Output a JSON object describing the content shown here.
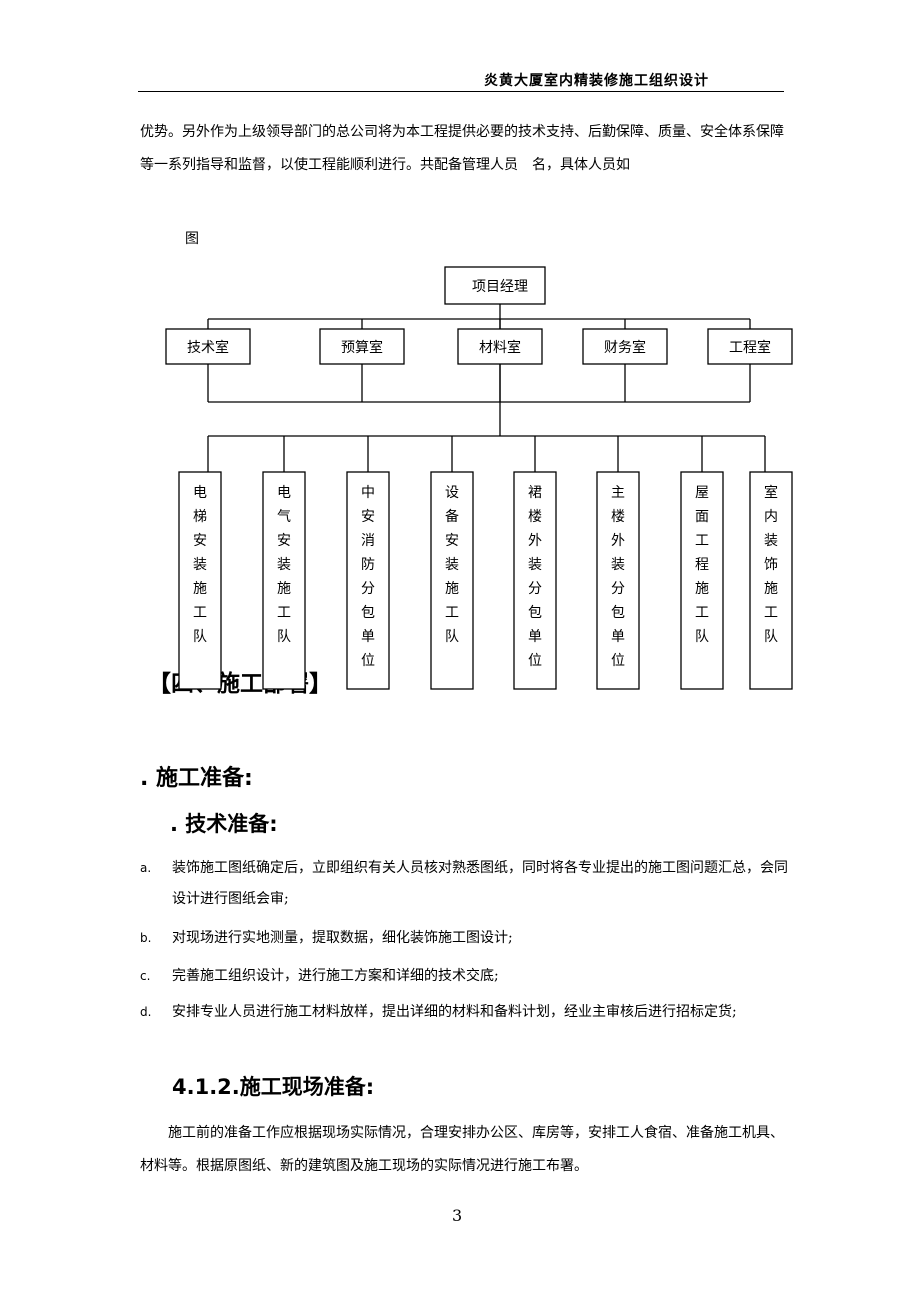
{
  "header": {
    "title": "炎黄大厦室内精装修施工组织设计"
  },
  "intro": {
    "text": "优势。另外作为上级领导部门的总公司将为本工程提供必要的技术支持、后勤保障、质量、安全体系保障等一系列指导和监督，以使工程能顺利进行。共配备管理人员　名，具体人员如"
  },
  "figure_label": "图",
  "org_chart": {
    "top": "项目经理",
    "departments": [
      "技术室",
      "预算室",
      "材料室",
      "财务室",
      "工程室"
    ],
    "teams": [
      "电梯安装施工队",
      "电气安装施工队",
      "中安消防分包单位",
      "设备安装施工队",
      "裙楼外装分包单位",
      "主楼外装分包单位",
      "屋面工程施工队",
      "室内装饰施工队"
    ]
  },
  "section4": {
    "heading": "【四、施工部署】"
  },
  "sec1": {
    "heading": ". 施工准备:"
  },
  "sec2": {
    "heading": ". 技术准备:",
    "items": [
      {
        "marker": "a.",
        "text": "装饰施工图纸确定后，立即组织有关人员核对熟悉图纸，同时将各专业提出的施工图问题汇总，会同设计进行图纸会审;"
      },
      {
        "marker": "b.",
        "text": "对现场进行实地测量，提取数据，细化装饰施工图设计;"
      },
      {
        "marker": "c.",
        "text": "完善施工组织设计，进行施工方案和详细的技术交底;"
      },
      {
        "marker": "d.",
        "text": "安排专业人员进行施工材料放样，提出详细的材料和备料计划，经业主审核后进行招标定货;"
      }
    ]
  },
  "sec3": {
    "heading": "4.1.2.施工现场准备:",
    "text": "施工前的准备工作应根据现场实际情况，合理安排办公区、库房等，安排工人食宿、准备施工机具、材料等。根据原图纸、新的建筑图及施工现场的实际情况进行施工布署。"
  },
  "page_number": "3"
}
